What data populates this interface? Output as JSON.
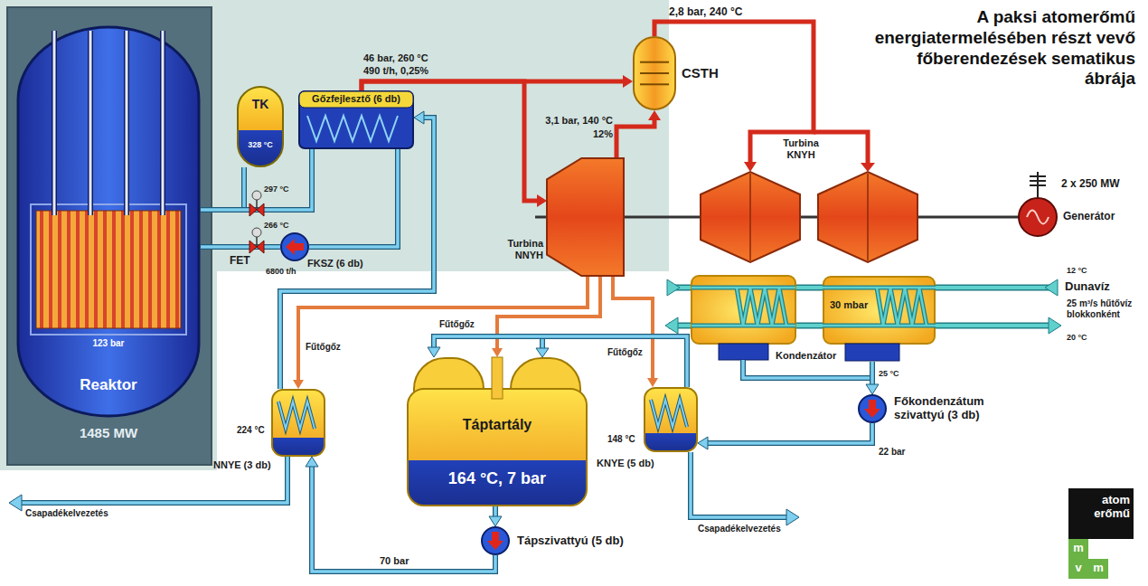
{
  "diagram": {
    "title": "A paksi atomerőmű energiatermelésében részt vevő főberendezések sematikus ábrája",
    "nodes": [
      {
        "text": [
          "123 bar",
          "Reaktor",
          "1485 MW"
        ]
      },
      {
        "text": [
          "TK",
          "328 °C"
        ]
      },
      {
        "text": [
          "Gőzfejlesztő (6 db)"
        ]
      },
      {
        "text": [
          "FKSZ (6 db)"
        ]
      },
      {
        "text": [
          "CSTH"
        ]
      },
      {
        "text": [
          "Turbina NNYH"
        ]
      },
      {
        "text": [
          "Turbina KNYH"
        ]
      },
      {
        "text": [
          "Generátor"
        ]
      },
      {
        "text": [
          "30 mbar",
          "Kondenzátor"
        ]
      },
      {
        "text": [
          "Főkondenzátum szivattyú (3 db)"
        ]
      },
      {
        "text": [
          "KNYE (5 db)"
        ]
      },
      {
        "text": [
          "Táptartály",
          "164 °C, 7 bar"
        ]
      },
      {
        "text": [
          "Tápszivattyú (5 db)"
        ]
      },
      {
        "text": [
          "NNYE (3 db)"
        ]
      }
    ],
    "edges": [
      {
        "from": 0,
        "to": 2,
        "arrow": "none"
      },
      {
        "from": 2,
        "to": 3,
        "arrow": "none"
      },
      {
        "from": 3,
        "to": 0,
        "arrow": "none"
      },
      {
        "from": 2,
        "to": 5,
        "arrow": "to"
      },
      {
        "from": 2,
        "to": 4,
        "arrow": "to"
      },
      {
        "from": 5,
        "to": 4,
        "arrow": "to"
      },
      {
        "from": 4,
        "to": 6,
        "arrow": "to"
      },
      {
        "from": 5,
        "to": 13,
        "arrow": "to"
      },
      {
        "from": 5,
        "to": 11,
        "arrow": "to"
      },
      {
        "from": 5,
        "to": 10,
        "arrow": "to"
      },
      {
        "from": 8,
        "to": 9,
        "arrow": "to"
      },
      {
        "from": 9,
        "to": 10,
        "arrow": "to"
      },
      {
        "from": 10,
        "to": 11,
        "arrow": "to"
      },
      {
        "from": 11,
        "to": 12,
        "arrow": "to"
      },
      {
        "from": 12,
        "to": 13,
        "arrow": "to"
      },
      {
        "from": 13,
        "to": 2,
        "arrow": "to"
      }
    ],
    "labels": [
      "46 bar, 260 °C",
      "490 t/h, 0,25%",
      "297 °C",
      "266 °C",
      "FET",
      "6800 t/h",
      "2,8 bar, 240 °C",
      "3,1 bar, 140 °C",
      "12%",
      "2 x 250 MW",
      "12 °C",
      "Dunavíz",
      "25 m³/s hűtővíz blokkonként",
      "20 °C",
      "25 °C",
      "22 bar",
      "Fűtőgőz",
      "Fűtőgőz",
      "Fűtőgőz",
      "224 °C",
      "148 °C",
      "Csapadékelvezetés",
      "Csapadékelvezetés",
      "70 bar",
      "atom erőmű",
      "m",
      "v",
      "m"
    ]
  }
}
